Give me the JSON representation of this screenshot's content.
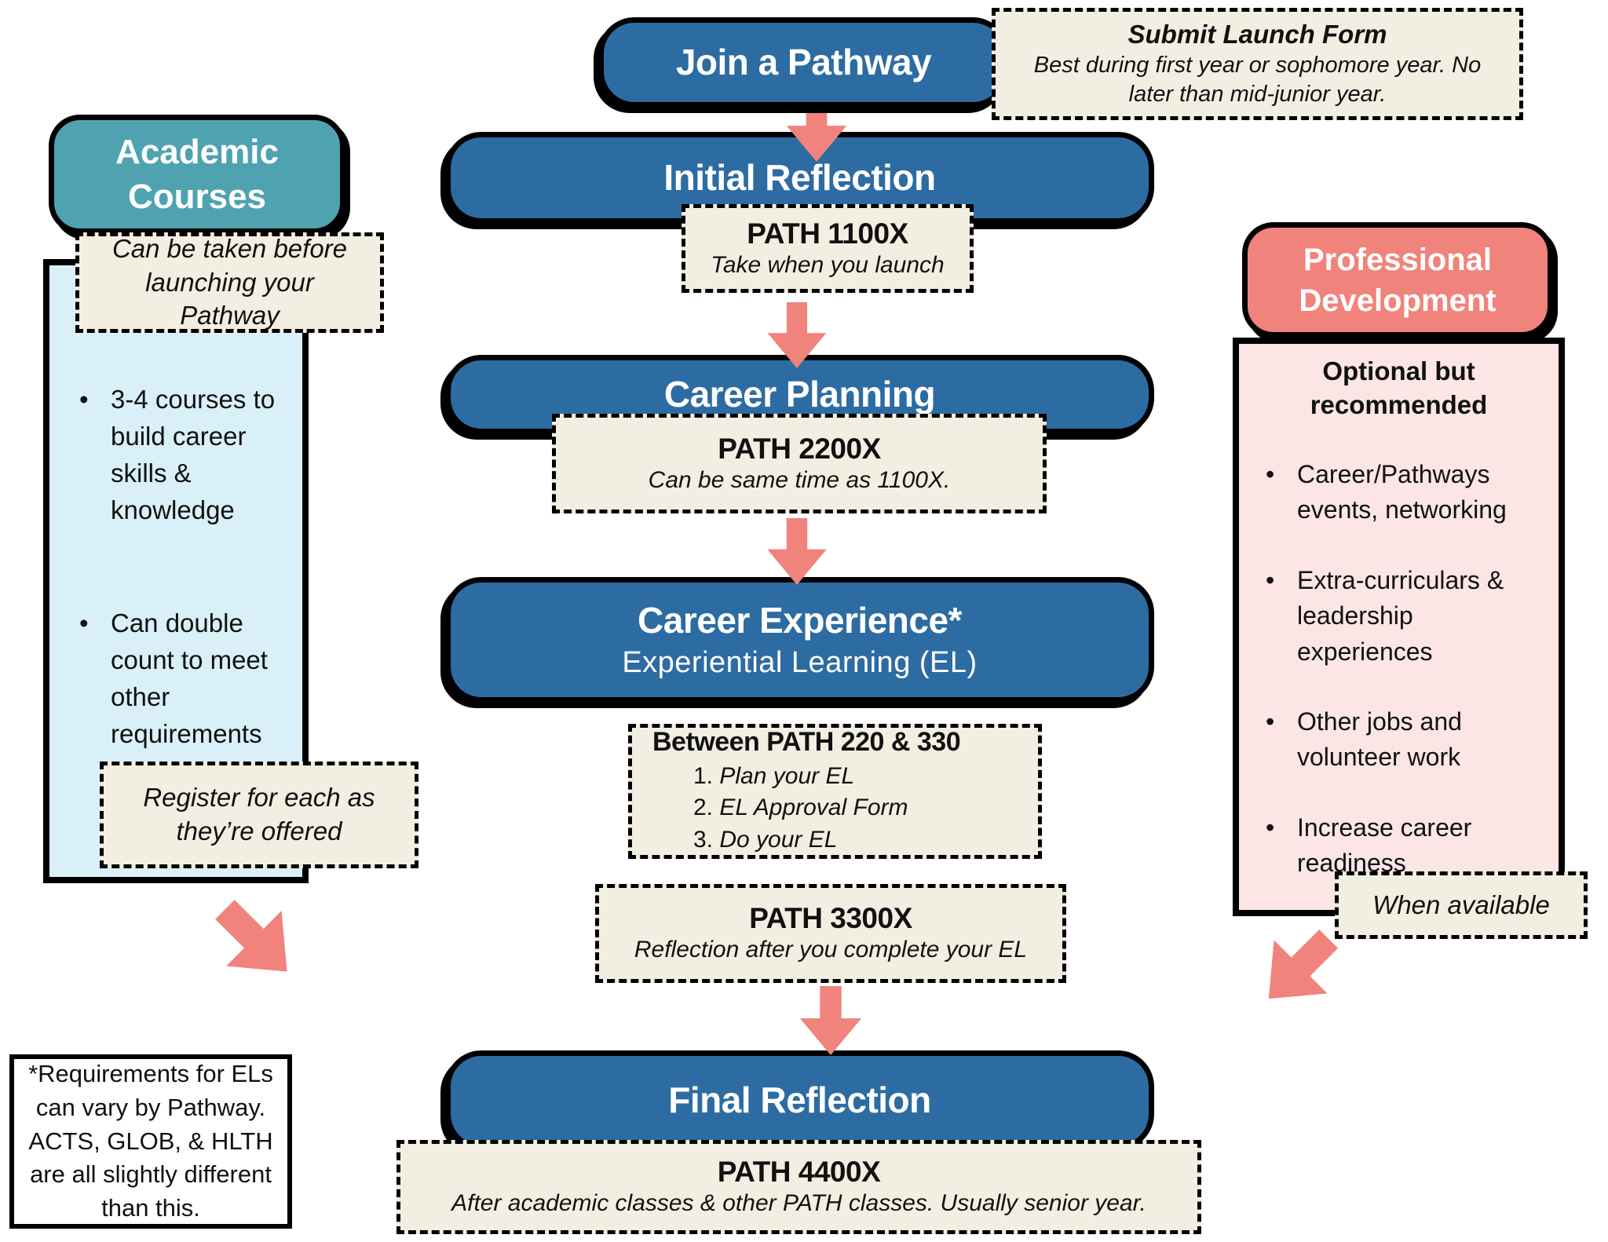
{
  "palette": {
    "blue": "#2D6CA2",
    "teal": "#4FA3B1",
    "salmon": "#F0837B",
    "pink": "#FBE5E5",
    "light_blue": "#D9F0F8",
    "beige": "#F2EEE2",
    "arrow": "#F0837B"
  },
  "flow": {
    "join": {
      "label": "Join a Pathway"
    },
    "submit_note": {
      "title": "Submit Launch Form",
      "body": "Best during first year or sophomore year. No later than mid-junior year."
    },
    "initial": {
      "label": "Initial Reflection"
    },
    "path1100": {
      "course": "PATH 1100X",
      "note": "Take when you launch"
    },
    "planning": {
      "label": "Career Planning"
    },
    "path2200": {
      "course": "PATH 2200X",
      "note": "Can be same time as 1100X."
    },
    "experience": {
      "label": "Career Experience*",
      "sublabel": "Experiential Learning (EL)"
    },
    "between": {
      "title": "Between PATH 220 & 330",
      "steps": [
        {
          "num": "1.",
          "text": "Plan your EL"
        },
        {
          "num": "2.",
          "text": "EL Approval Form"
        },
        {
          "num": "3.",
          "text": "Do your EL"
        }
      ]
    },
    "path3300": {
      "course": "PATH 3300X",
      "note": "Reflection after you complete your EL"
    },
    "final": {
      "label": "Final Reflection"
    },
    "path4400": {
      "course": "PATH 4400X",
      "note": "After academic classes & other PATH classes. Usually senior year."
    }
  },
  "academic": {
    "title": "Academic Courses",
    "note": "Can be taken before launching your Pathway",
    "bullets": [
      "3-4 courses to build career skills & knowledge",
      "Can double count to meet other requirements"
    ],
    "register_note": "Register for each as they’re offered"
  },
  "professional": {
    "title": "Professional Development",
    "heading": "Optional but recommended",
    "bullets": [
      "Career/Pathways events, networking",
      "Extra-curriculars & leadership experiences",
      "Other jobs and volunteer work",
      "Increase career readiness"
    ],
    "availability_note": "When available"
  },
  "footnote": "*Requirements for ELs can vary by Pathway. ACTS, GLOB, & HLTH are all slightly different than this.",
  "icons": {
    "down_arrow": "arrow-down",
    "down_right_arrow": "arrow-down-right",
    "down_left_arrow": "arrow-down-left",
    "bullet": "•"
  }
}
